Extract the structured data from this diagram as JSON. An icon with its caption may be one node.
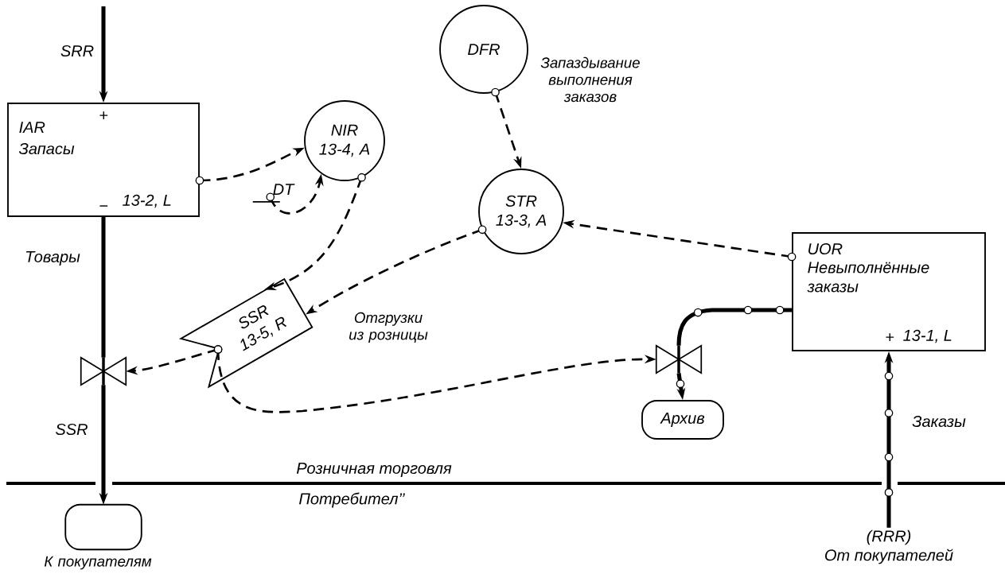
{
  "diagram": {
    "nodes": [
      {
        "text": [
          "IAR",
          "Запасы",
          "+",
          "−",
          "13-2, L"
        ]
      },
      {
        "text": [
          "NIR",
          "13-4, A"
        ]
      },
      {
        "text": [
          "DFR"
        ],
        "beside": [
          "Запаздывание выполнения заказов"
        ]
      },
      {
        "text": [
          "STR",
          "13-3, A"
        ]
      },
      {
        "text": [
          "UOR",
          "Невыполнённые заказы",
          "+",
          "13-1, L"
        ]
      },
      {
        "text": [
          "SSR",
          "13-5, R"
        ],
        "beside": [
          "Отгрузки из розницы"
        ]
      },
      {
        "text": [],
        "shape": "valve"
      },
      {
        "text": [],
        "shape": "valve"
      },
      {
        "text": [
          "Архив"
        ]
      },
      {
        "text": [],
        "shape": "cloud",
        "beside": [
          "К покупателям"
        ]
      },
      {
        "text": [
          "DT"
        ]
      },
      {
        "text": [
          "(RRR)",
          "От покупателей"
        ]
      }
    ],
    "edges": [
      {
        "from": null,
        "to": 0,
        "arrow": "to",
        "label": "SRR",
        "style": "thick"
      },
      {
        "from": 0,
        "to": 6,
        "arrow": "none",
        "label": "Товары",
        "style": "thick"
      },
      {
        "from": 6,
        "to": 9,
        "arrow": "to",
        "label": "SSR",
        "style": "thick"
      },
      {
        "from": 0,
        "to": 1,
        "arrow": "to",
        "style": "dashed"
      },
      {
        "from": 10,
        "to": 1,
        "arrow": "to",
        "style": "dashed"
      },
      {
        "from": 1,
        "to": 5,
        "arrow": "to",
        "style": "dashed"
      },
      {
        "from": 2,
        "to": 3,
        "arrow": "to",
        "style": "dashed"
      },
      {
        "from": 3,
        "to": 5,
        "arrow": "to",
        "style": "dashed"
      },
      {
        "from": 4,
        "to": 3,
        "arrow": "to",
        "style": "dashed"
      },
      {
        "from": 5,
        "to": 6,
        "arrow": "to",
        "style": "dashed"
      },
      {
        "from": 5,
        "to": 7,
        "arrow": "to",
        "style": "dashed"
      },
      {
        "from": 4,
        "to": 7,
        "arrow": "none",
        "style": "thick"
      },
      {
        "from": 7,
        "to": 8,
        "arrow": "to",
        "style": "thick"
      },
      {
        "from": 11,
        "to": 4,
        "arrow": "to",
        "label": "Заказы",
        "style": "thick"
      }
    ],
    "labels": [
      "Розничная торговля",
      "Потребител’’"
    ]
  }
}
